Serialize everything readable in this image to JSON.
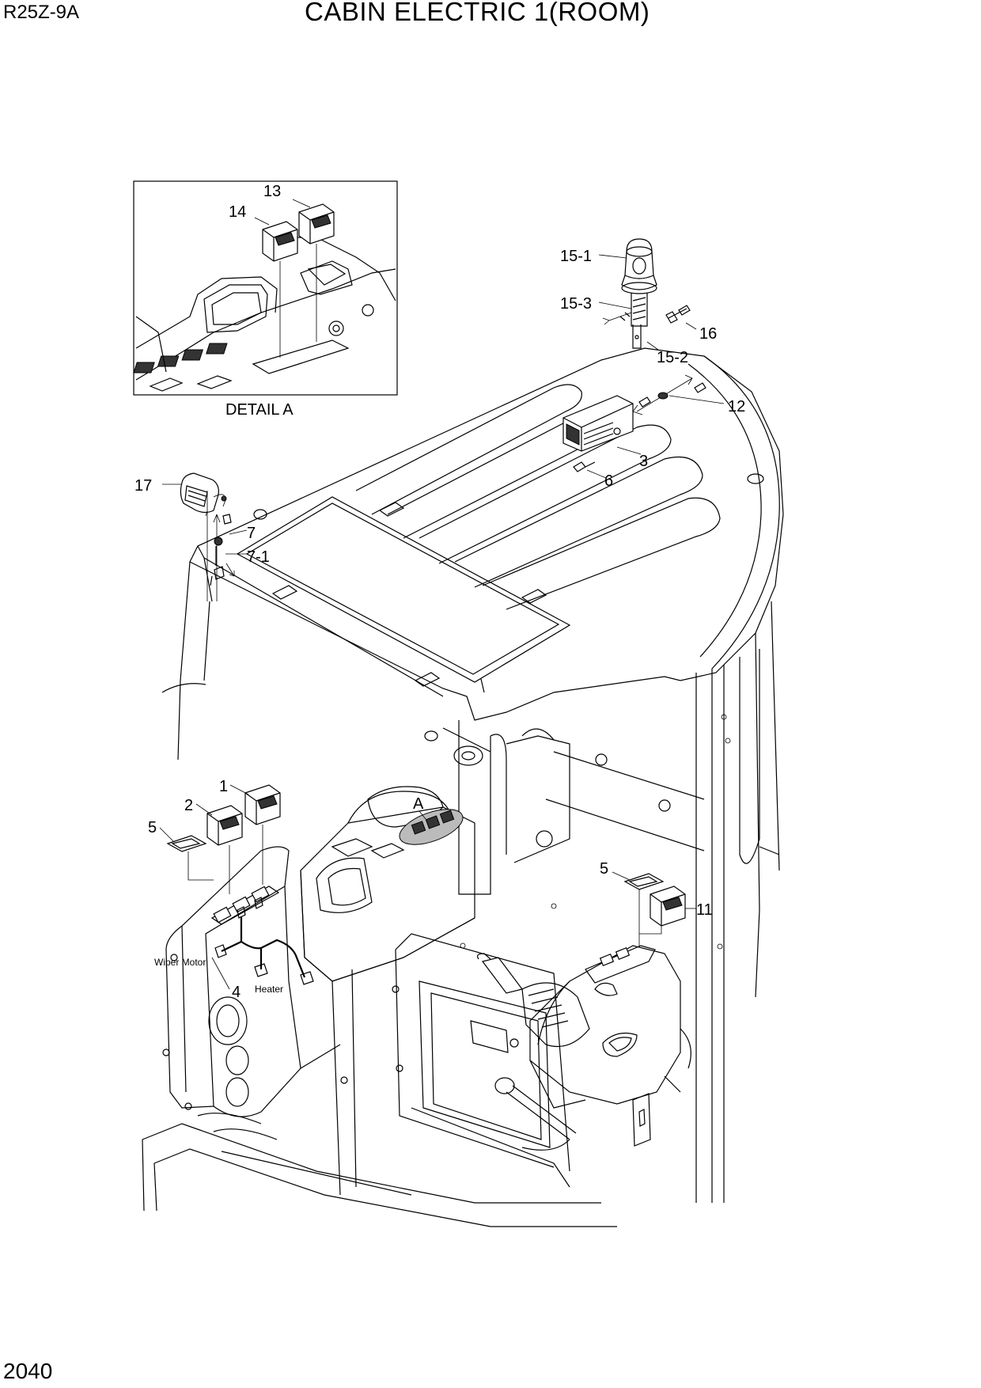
{
  "header": {
    "model": "R25Z-9A",
    "title": "CABIN ELECTRIC 1(ROOM)"
  },
  "footer": {
    "page_number": "2040"
  },
  "detail": {
    "caption": "DETAIL A",
    "marker": "A"
  },
  "callouts": {
    "c1": "1",
    "c2": "2",
    "c3": "3",
    "c4": "4",
    "c5a": "5",
    "c5b": "5",
    "c6": "6",
    "c7": "7",
    "c7_1": "7-1",
    "c11": "11",
    "c12": "12",
    "c13": "13",
    "c14": "14",
    "c15_1": "15-1",
    "c15_2": "15-2",
    "c15_3": "15-3",
    "c16": "16",
    "c17": "17"
  },
  "wire_labels": {
    "wiper_motor": "Wiper Motor",
    "heater": "Heater"
  }
}
